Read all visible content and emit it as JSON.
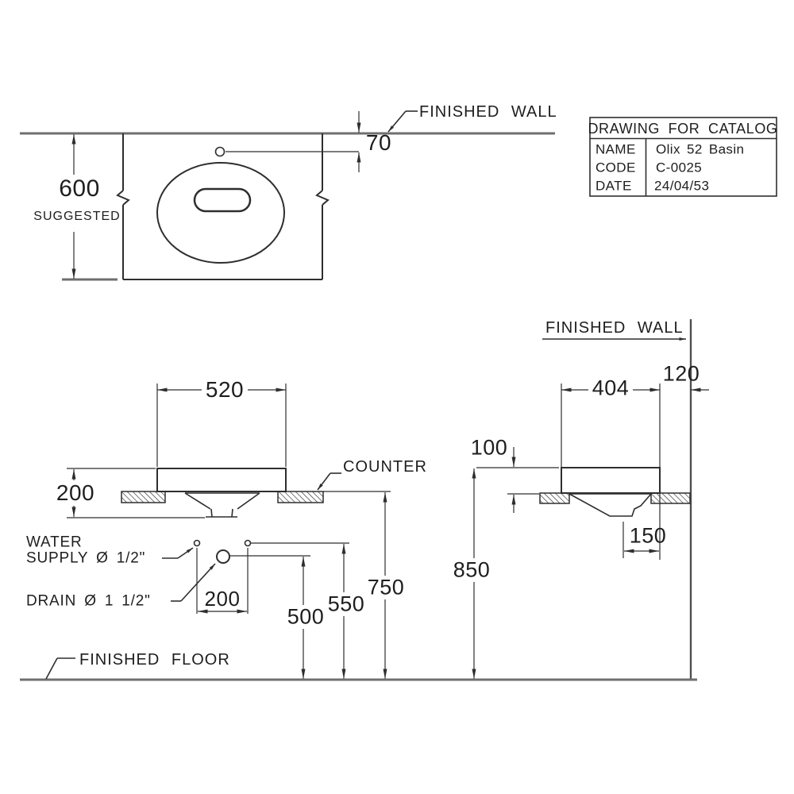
{
  "drawing": {
    "title_block": {
      "header": "DRAWING FOR CATALOG",
      "rows": [
        {
          "label": "NAME",
          "value": "Olix 52 Basin"
        },
        {
          "label": "CODE",
          "value": "C-0025"
        },
        {
          "label": "DATE",
          "value": "24/04/53"
        }
      ]
    },
    "labels": {
      "finished_wall_plan": "FINISHED WALL",
      "finished_wall_side": "FINISHED WALL",
      "counter": "COUNTER",
      "water_line1": "WATER",
      "water_line2": "SUPPLY Ø 1/2\"",
      "drain": "DRAIN Ø 1  1/2\"",
      "finished_floor": "FINISHED FLOOR"
    },
    "dims": {
      "plan_depth": "600",
      "plan_depth_note": "SUGGESTED",
      "faucet_to_wall": "70",
      "basin_width": "520",
      "basin_total_height": "200",
      "supply_spacing": "200",
      "drain_height": "500",
      "supply_height": "550",
      "counter_top_height": "750",
      "rim_height": "850",
      "rim_above_counter": "100",
      "basin_depth": "404",
      "basin_to_wall": "120",
      "drain_to_wall": "150"
    },
    "colors": {
      "line": "#2e2e2e",
      "heavy_line": "#6f6f6f",
      "text": "#1e1e1e",
      "background": "#ffffff"
    }
  }
}
